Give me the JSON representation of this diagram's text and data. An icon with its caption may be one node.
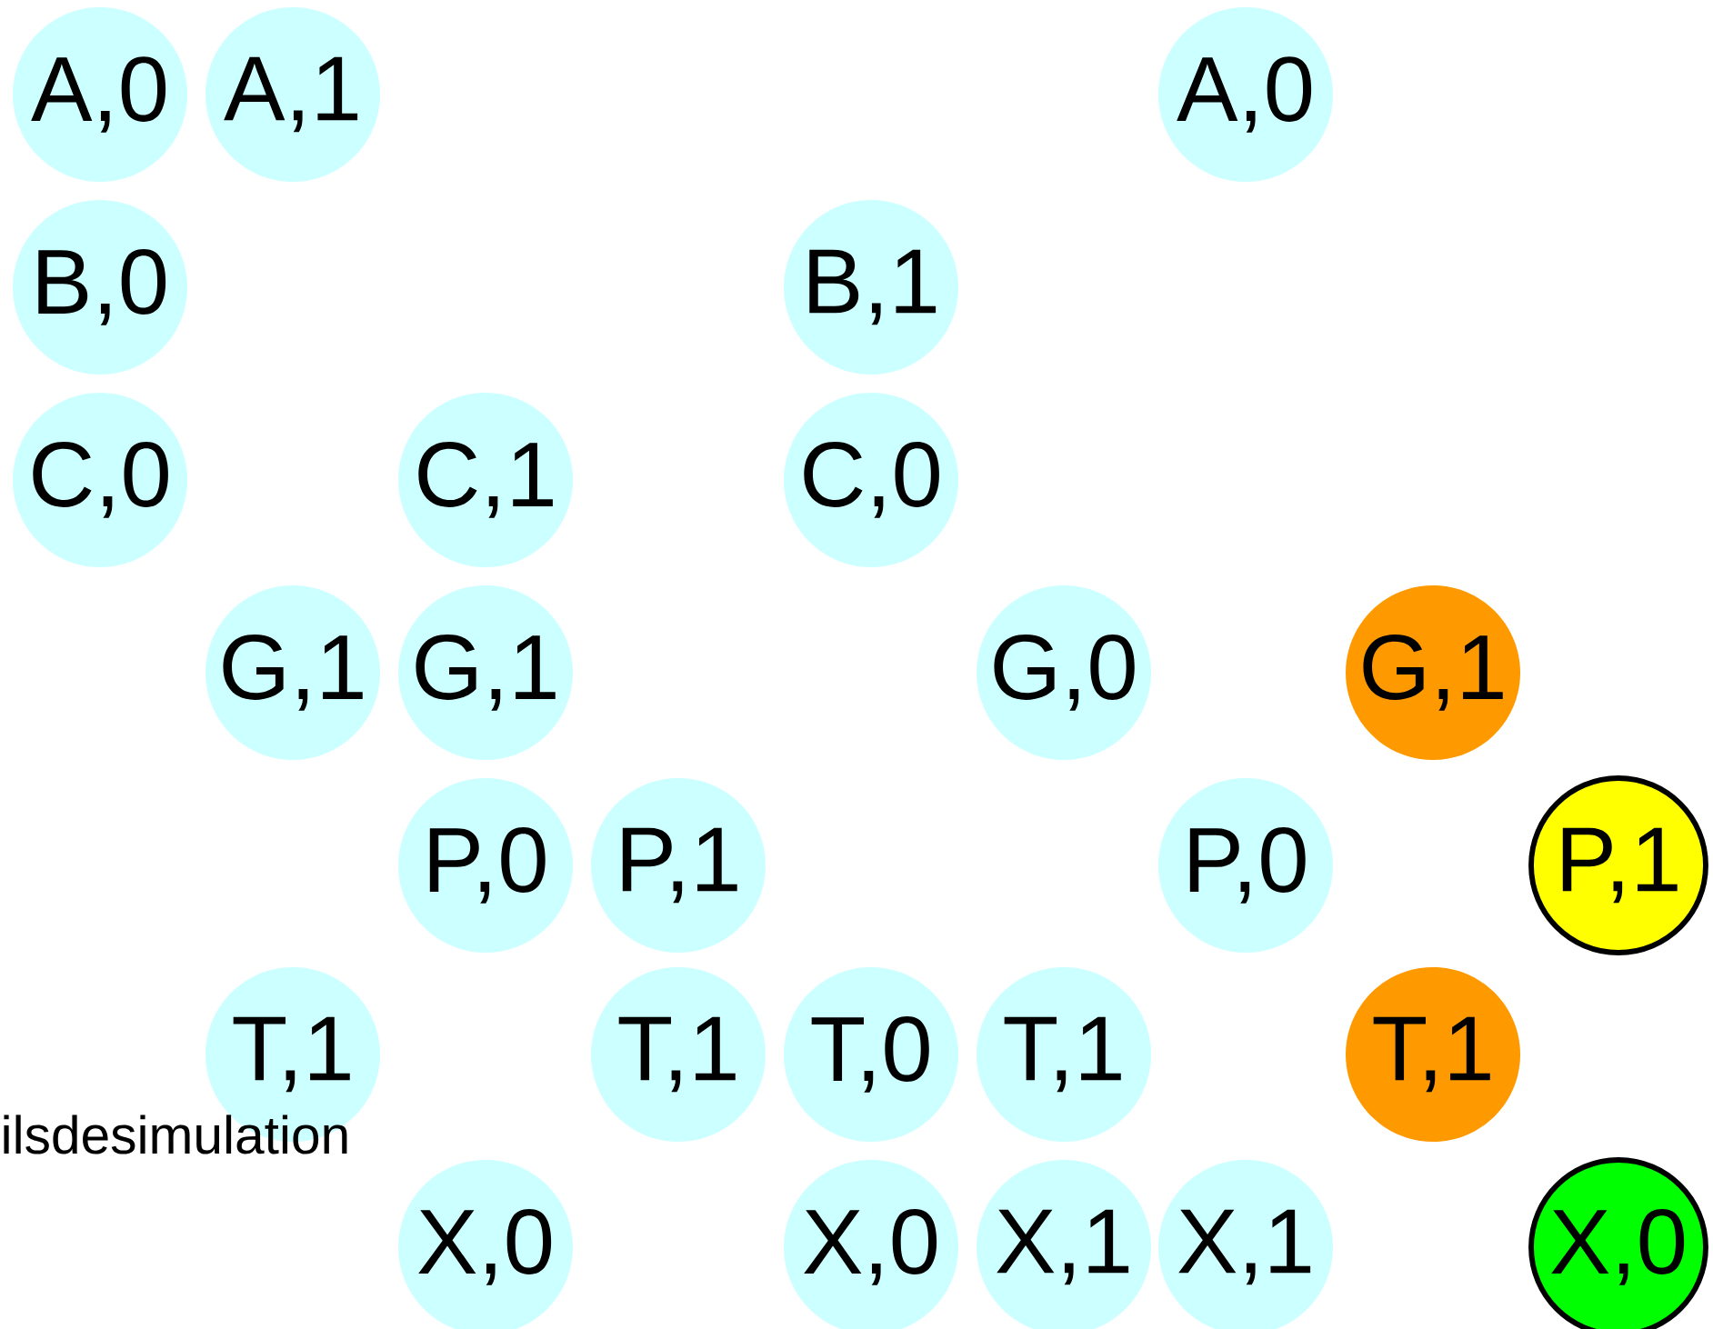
{
  "diagram": {
    "nodes": [
      {
        "text": [
          "A,0"
        ]
      },
      {
        "text": [
          "A,1"
        ]
      },
      {
        "text": [
          "A,0"
        ]
      },
      {
        "text": [
          "B,0"
        ]
      },
      {
        "text": [
          "B,1"
        ]
      },
      {
        "text": [
          "C,0"
        ]
      },
      {
        "text": [
          "C,1"
        ]
      },
      {
        "text": [
          "C,0"
        ]
      },
      {
        "text": [
          "G,1"
        ]
      },
      {
        "text": [
          "G,1"
        ]
      },
      {
        "text": [
          "G,0"
        ]
      },
      {
        "text": [
          "G,1"
        ]
      },
      {
        "text": [
          "P,0"
        ]
      },
      {
        "text": [
          "P,1"
        ]
      },
      {
        "text": [
          "P,0"
        ]
      },
      {
        "text": [
          "P,1"
        ]
      },
      {
        "text": [
          "T,1"
        ]
      },
      {
        "text": [
          "T,1"
        ]
      },
      {
        "text": [
          "T,0"
        ]
      },
      {
        "text": [
          "T,1"
        ]
      },
      {
        "text": [
          "T,1"
        ]
      },
      {
        "text": [
          "X,0"
        ]
      },
      {
        "text": [
          "X,0"
        ]
      },
      {
        "text": [
          "X,1"
        ]
      },
      {
        "text": [
          "X,1"
        ]
      },
      {
        "text": [
          "X,0"
        ]
      }
    ],
    "labels": [
      "ilsdesimulation"
    ]
  }
}
